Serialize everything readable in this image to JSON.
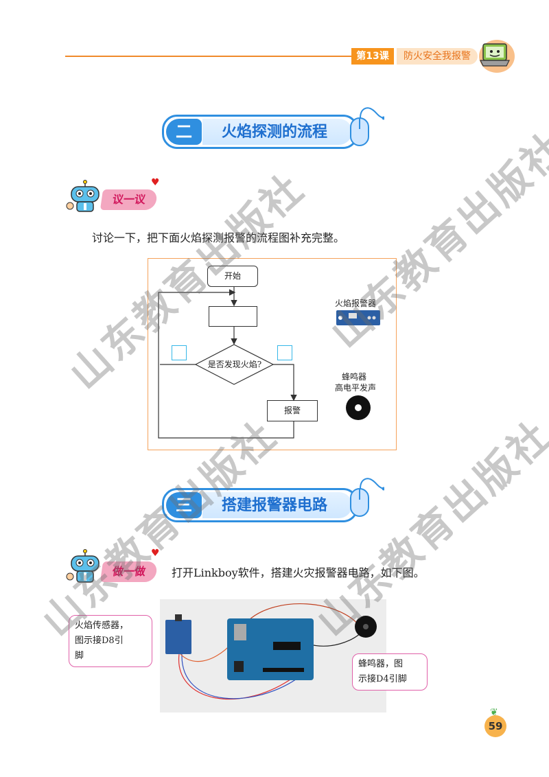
{
  "header": {
    "lesson": "第13课",
    "title": "防火安全我报警"
  },
  "section2": {
    "num": "二",
    "title": "火焰探测的流程"
  },
  "discuss": {
    "tag": "议一议",
    "text": "讨论一下，把下面火焰探测报警的流程图补充完整。"
  },
  "flowchart": {
    "start": "开始",
    "blank_step": "",
    "decision": "是否发现火焰?",
    "alarm": "报警",
    "sensor_label": "火焰报警器",
    "buzzer_label_1": "蜂鸣器",
    "buzzer_label_2": "高电平发声"
  },
  "section3": {
    "num": "三",
    "title": "搭建报警器电路"
  },
  "doit": {
    "tag": "做一做",
    "text": "打开Linkboy软件，搭建火灾报警器电路，如下图。"
  },
  "circuit": {
    "callout_left": [
      "火焰传感器，",
      "图示接D8引",
      "脚"
    ],
    "callout_right": [
      "蜂鸣器，图",
      "示接D4引脚"
    ]
  },
  "page_number": "59",
  "watermark": "山东教育出版社",
  "colors": {
    "accent_orange": "#f7941d",
    "banner_blue": "#2f8fe0",
    "pink": "#e05fa8"
  }
}
